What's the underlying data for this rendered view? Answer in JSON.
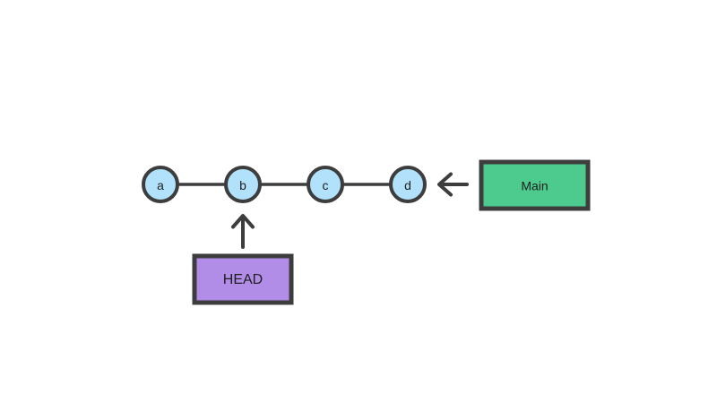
{
  "colors": {
    "background": "#ffffff",
    "stroke": "#3d3d3d",
    "text": "#1e1e1e",
    "commit_fill": "#b1e1fb",
    "main_fill": "#4dcb8f",
    "head_fill": "#b18de8"
  },
  "commits": [
    {
      "label": "a"
    },
    {
      "label": "b"
    },
    {
      "label": "c"
    },
    {
      "label": "d"
    }
  ],
  "branch_box": {
    "label": "Main"
  },
  "head_box": {
    "label": "HEAD"
  },
  "arrows": {
    "main_arrow_direction": "left",
    "head_arrow_direction": "up"
  }
}
